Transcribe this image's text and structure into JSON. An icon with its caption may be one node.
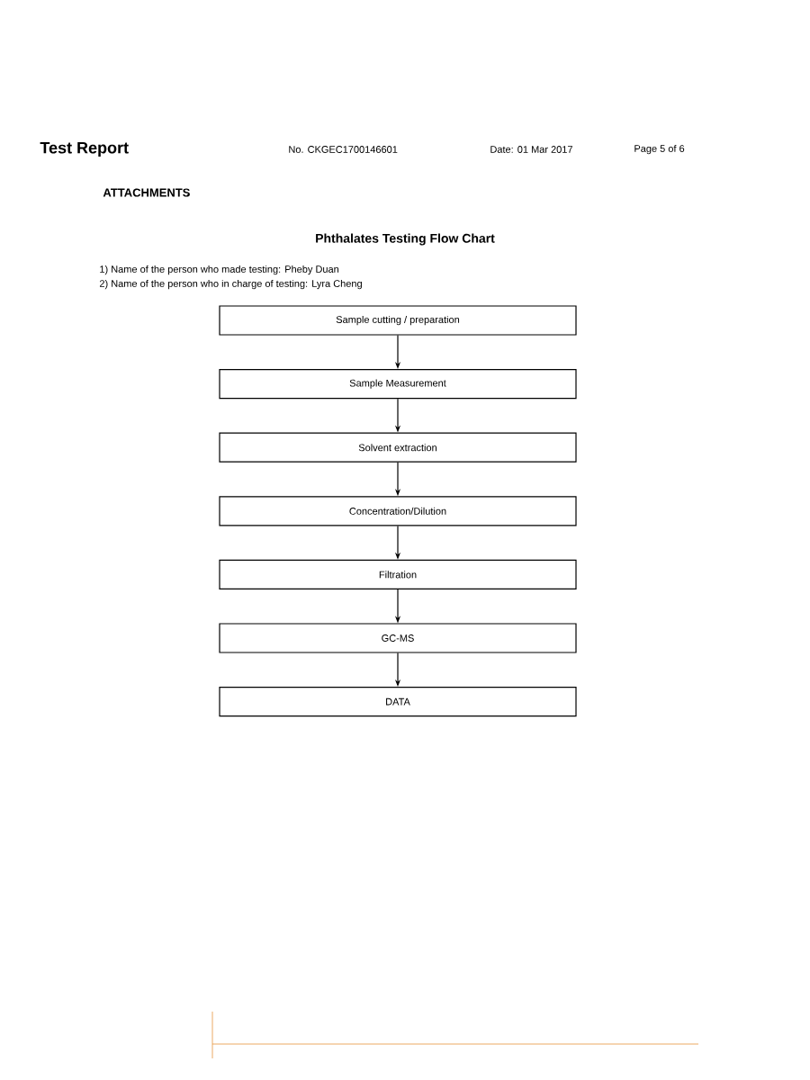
{
  "diagram": {
    "title": "Phthalates Testing Flow Chart",
    "nodes": [
      {
        "text": [
          "Sample cutting / preparation"
        ]
      },
      {
        "text": [
          "Sample Measurement"
        ]
      },
      {
        "text": [
          "Solvent extraction"
        ]
      },
      {
        "text": [
          "Concentration/Dilution"
        ]
      },
      {
        "text": [
          "Filtration"
        ]
      },
      {
        "text": [
          "GC-MS"
        ]
      },
      {
        "text": [
          "DATA"
        ]
      }
    ],
    "edges": [
      {
        "from": 0,
        "to": 1,
        "arrow": "to"
      },
      {
        "from": 1,
        "to": 2,
        "arrow": "to"
      },
      {
        "from": 2,
        "to": 3,
        "arrow": "to"
      },
      {
        "from": 3,
        "to": 4,
        "arrow": "to"
      },
      {
        "from": 4,
        "to": 5,
        "arrow": "to"
      },
      {
        "from": 5,
        "to": 6,
        "arrow": "to"
      }
    ],
    "labels": [
      "Test Report",
      "No. CKGEC1700146601",
      "Date: 01 Mar 2017",
      "Page 5 of 6",
      "ATTACHMENTS",
      "1) Name of the person who made testing: Pheby Duan",
      "2) Name of the person who in charge of testing: Lyra Cheng"
    ]
  }
}
